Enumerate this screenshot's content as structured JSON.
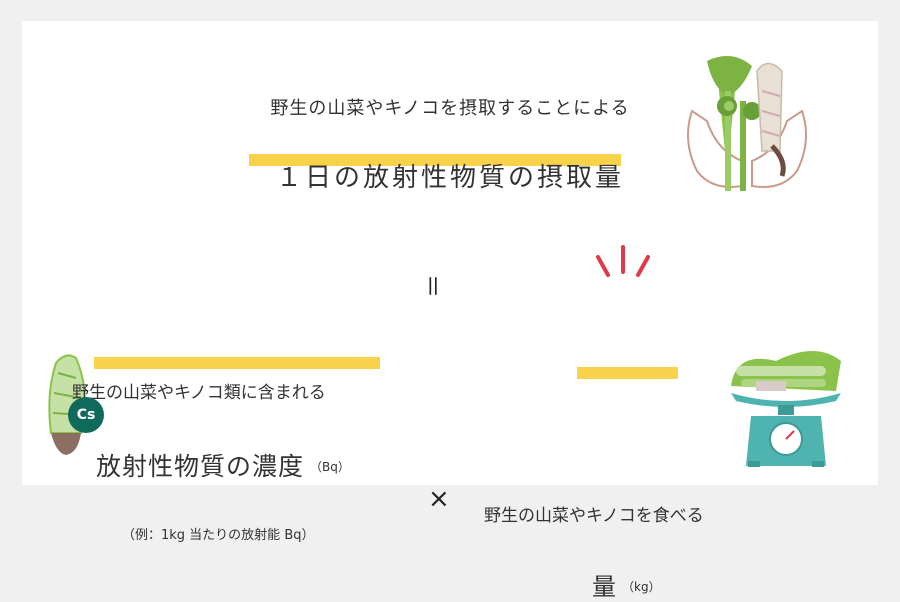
{
  "top": {
    "subtitle": "野生の山菜やキノコを摂取することによる",
    "title": "１日の放射性物質の摂取量"
  },
  "equals_sign": "＝",
  "left": {
    "subtitle": "野生の山菜やキノコ類に含まれる",
    "title": "放射性物質の濃度",
    "unit": "（Bq）",
    "example": "（例：1kg 当たりの放射能 Bq）"
  },
  "times_sign": "×",
  "right": {
    "subtitle": "野生の山菜やキノコを食べる",
    "title": "量",
    "unit": "（kg）"
  },
  "badge": {
    "label": "Cs"
  },
  "colors": {
    "highlight": "#f7d24a",
    "emphasis_lines": "#e03a4a",
    "badge": "#0f6a5c",
    "scale": "#4fb3b0"
  },
  "icons": [
    "hands-holding-vegetables-icon",
    "wild-vegetable-icon",
    "kitchen-scale-icon",
    "emphasis-lines-icon"
  ]
}
